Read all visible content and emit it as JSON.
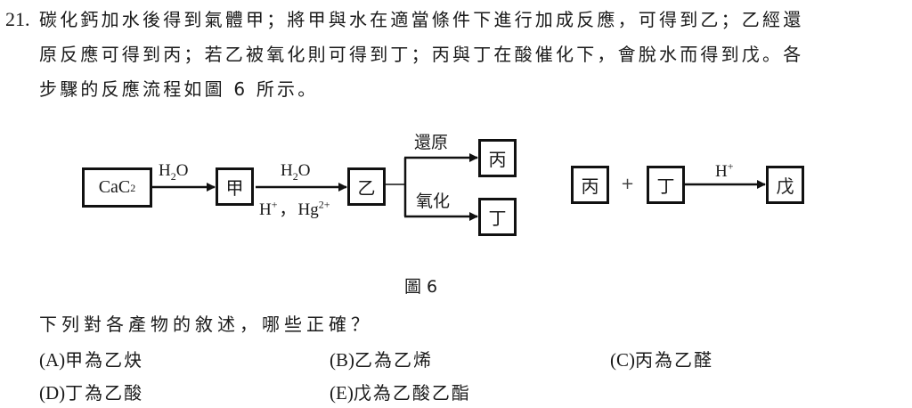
{
  "question": {
    "number": "21.",
    "stem_lines": [
      "碳化鈣加水後得到氣體甲；將甲與水在適當條件下進行加成反應，可得到乙；乙經還",
      "原反應可得到丙；若乙被氧化則可得到丁；丙與丁在酸催化下，會脫水而得到戊。各",
      "步驟的反應流程如圖 6 所示。"
    ],
    "prompt": "下列對各產物的敘述，哪些正確？",
    "options": [
      {
        "key": "(A)",
        "text": "甲為乙炔"
      },
      {
        "key": "(B)",
        "text": "乙為乙烯"
      },
      {
        "key": "(C)",
        "text": "丙為乙醛"
      },
      {
        "key": "(D)",
        "text": "丁為乙酸"
      },
      {
        "key": "(E)",
        "text": "戊為乙酸乙酯"
      }
    ]
  },
  "figure": {
    "caption": "圖 6",
    "nodes": {
      "reactant": {
        "main": "CaC",
        "sub": "2"
      },
      "jia": "甲",
      "yi": "乙",
      "bing_top": "丙",
      "ding_bottom": "丁",
      "bing_right": "丙",
      "ding_right": "丁",
      "wu": "戊"
    },
    "arrows": {
      "step1_above": {
        "pre": "H",
        "sub": "2",
        "post": "O"
      },
      "step2_above": {
        "pre": "H",
        "sub": "2",
        "post": "O"
      },
      "step2_below": {
        "h": "H",
        "h_sup": "+",
        "sep": "，",
        "hg": "Hg",
        "hg_sup": "2+"
      },
      "reduction": "還原",
      "oxidation": "氧化",
      "step_final_above": {
        "h": "H",
        "h_sup": "+"
      }
    },
    "plus": "+"
  }
}
